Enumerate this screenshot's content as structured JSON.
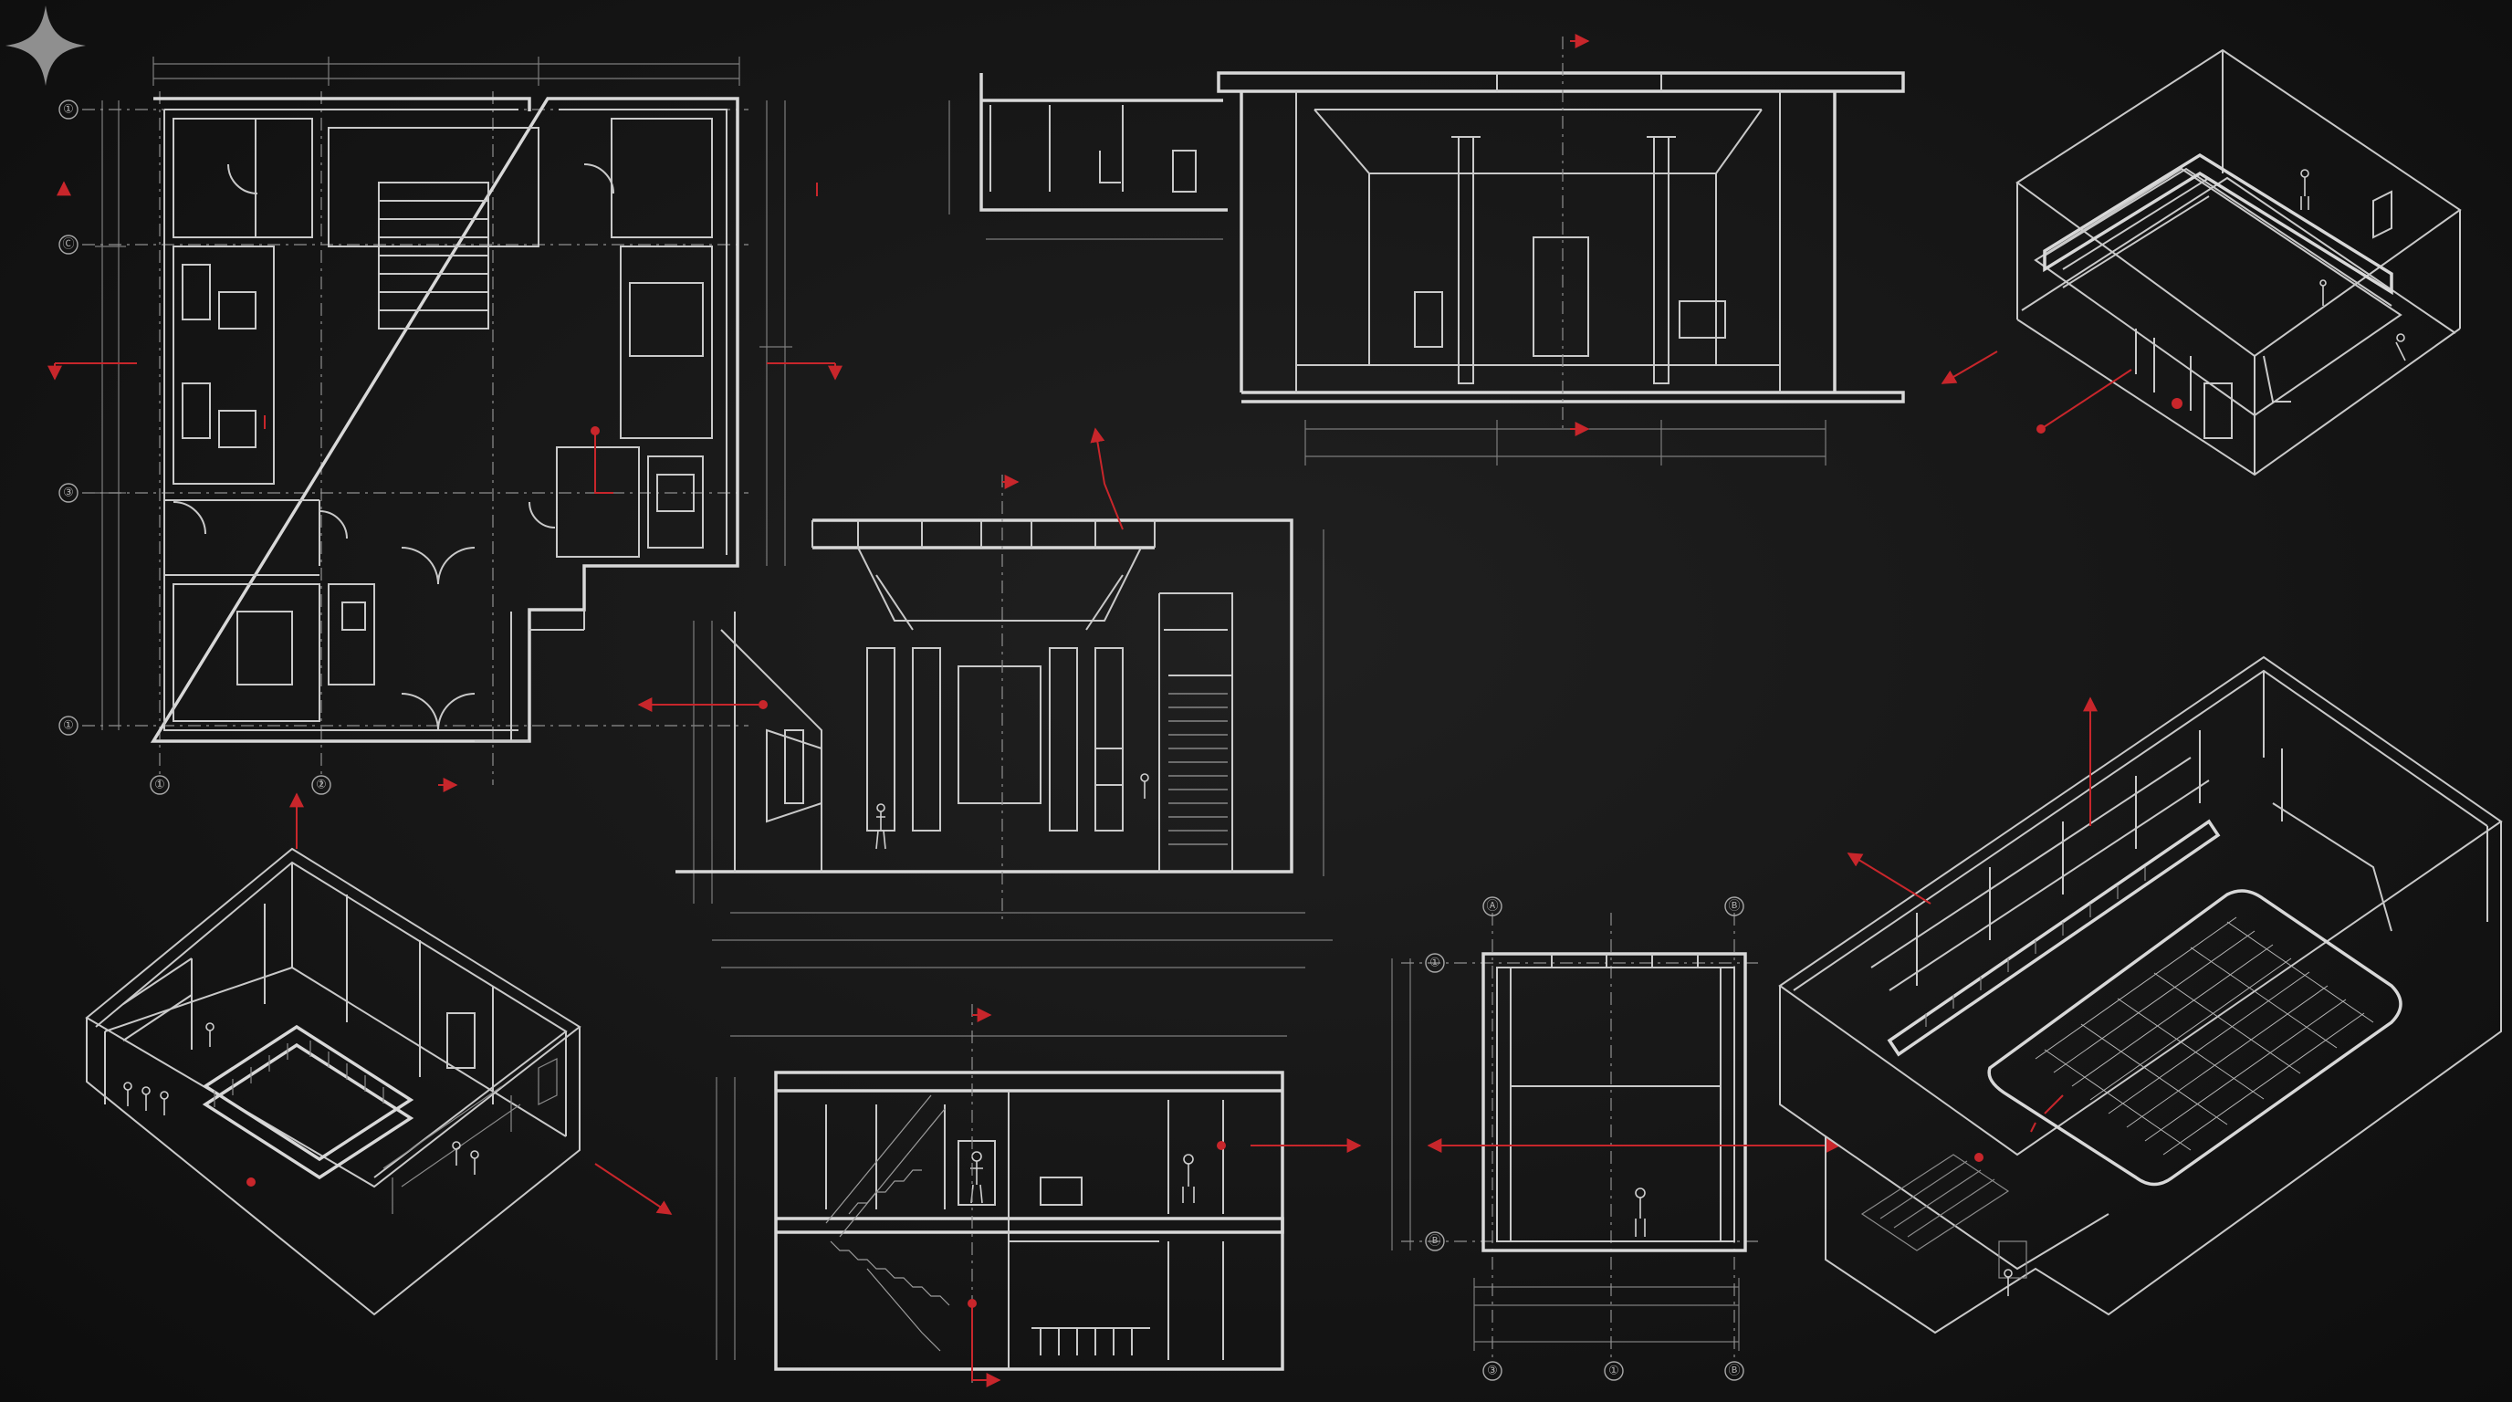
{
  "grid_markers": {
    "plan_left": [
      "①",
      "Ⓒ",
      "③",
      "①"
    ],
    "plan_bottom": [
      "①",
      "②"
    ],
    "section_top": [
      "Ⓐ",
      "Ⓑ"
    ],
    "section_left": [
      "①",
      "Ⓑ"
    ],
    "section_bottom": [
      "③",
      "①",
      "Ⓑ"
    ]
  },
  "colors": {
    "background": "#141414",
    "linework": "#c9c9c9",
    "annotation_red": "#c8262b",
    "sparkle": "#8f8f8f"
  },
  "icons": {
    "corner_mark": "sparkle-icon"
  }
}
